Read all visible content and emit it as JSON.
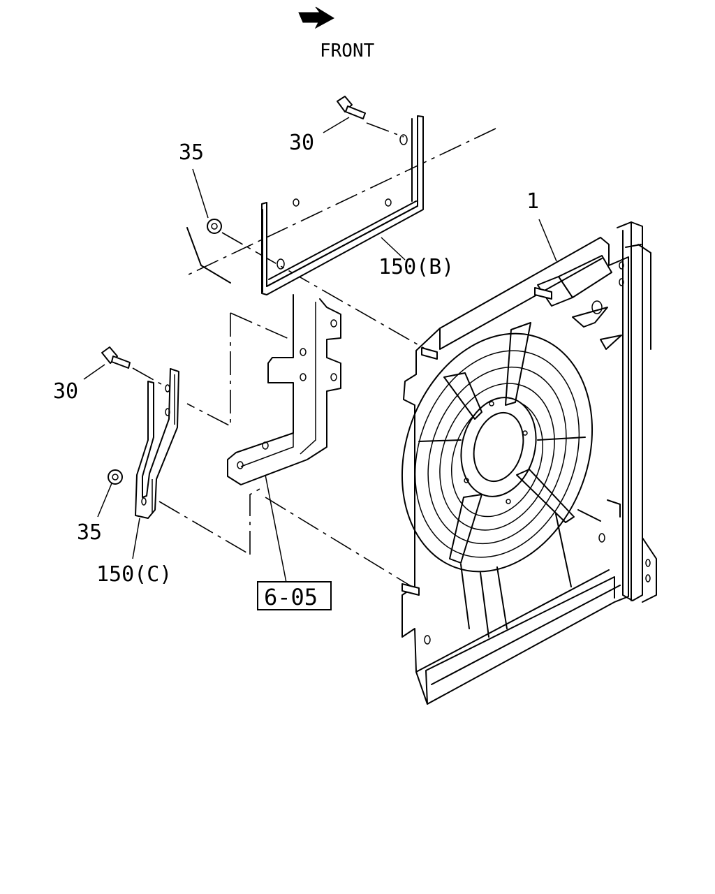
{
  "orientation": {
    "text": "FRONT",
    "icon": "arrow-icon"
  },
  "callouts": {
    "part_1": "1",
    "part_30_top": "30",
    "part_35_top": "35",
    "part_150b": "150(B)",
    "part_30_left": "30",
    "part_35_left": "35",
    "part_150c": "150(C)"
  },
  "reference": {
    "label": "6-05"
  }
}
